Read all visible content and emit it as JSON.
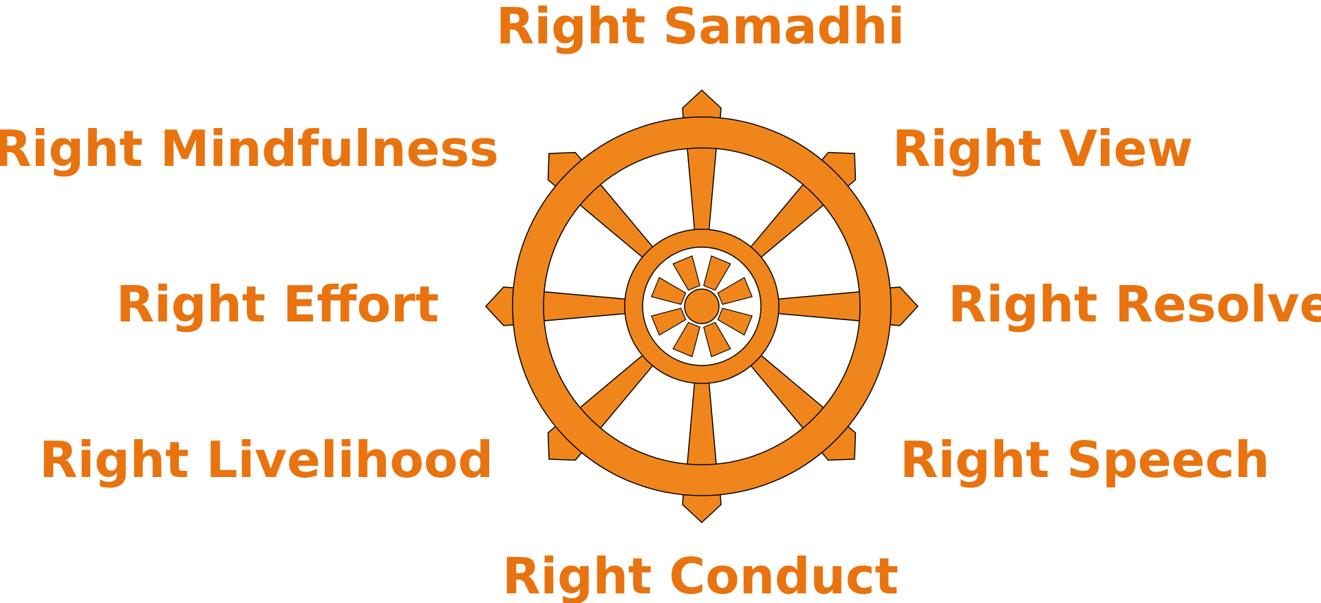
{
  "diagram": {
    "wheel_color": "#F0861B",
    "label_color": "#E8730F",
    "outline_color": "#000000",
    "hub_spoke_count": 8,
    "labels": {
      "top": "Right Samadhi",
      "top_right": "Right View",
      "right": "Right Resolve",
      "bottom_right": "Right Speech",
      "bottom": "Right Conduct",
      "bottom_left": "Right Livelihood",
      "left": "Right Effort",
      "top_left": "Right Mindfulness"
    }
  }
}
